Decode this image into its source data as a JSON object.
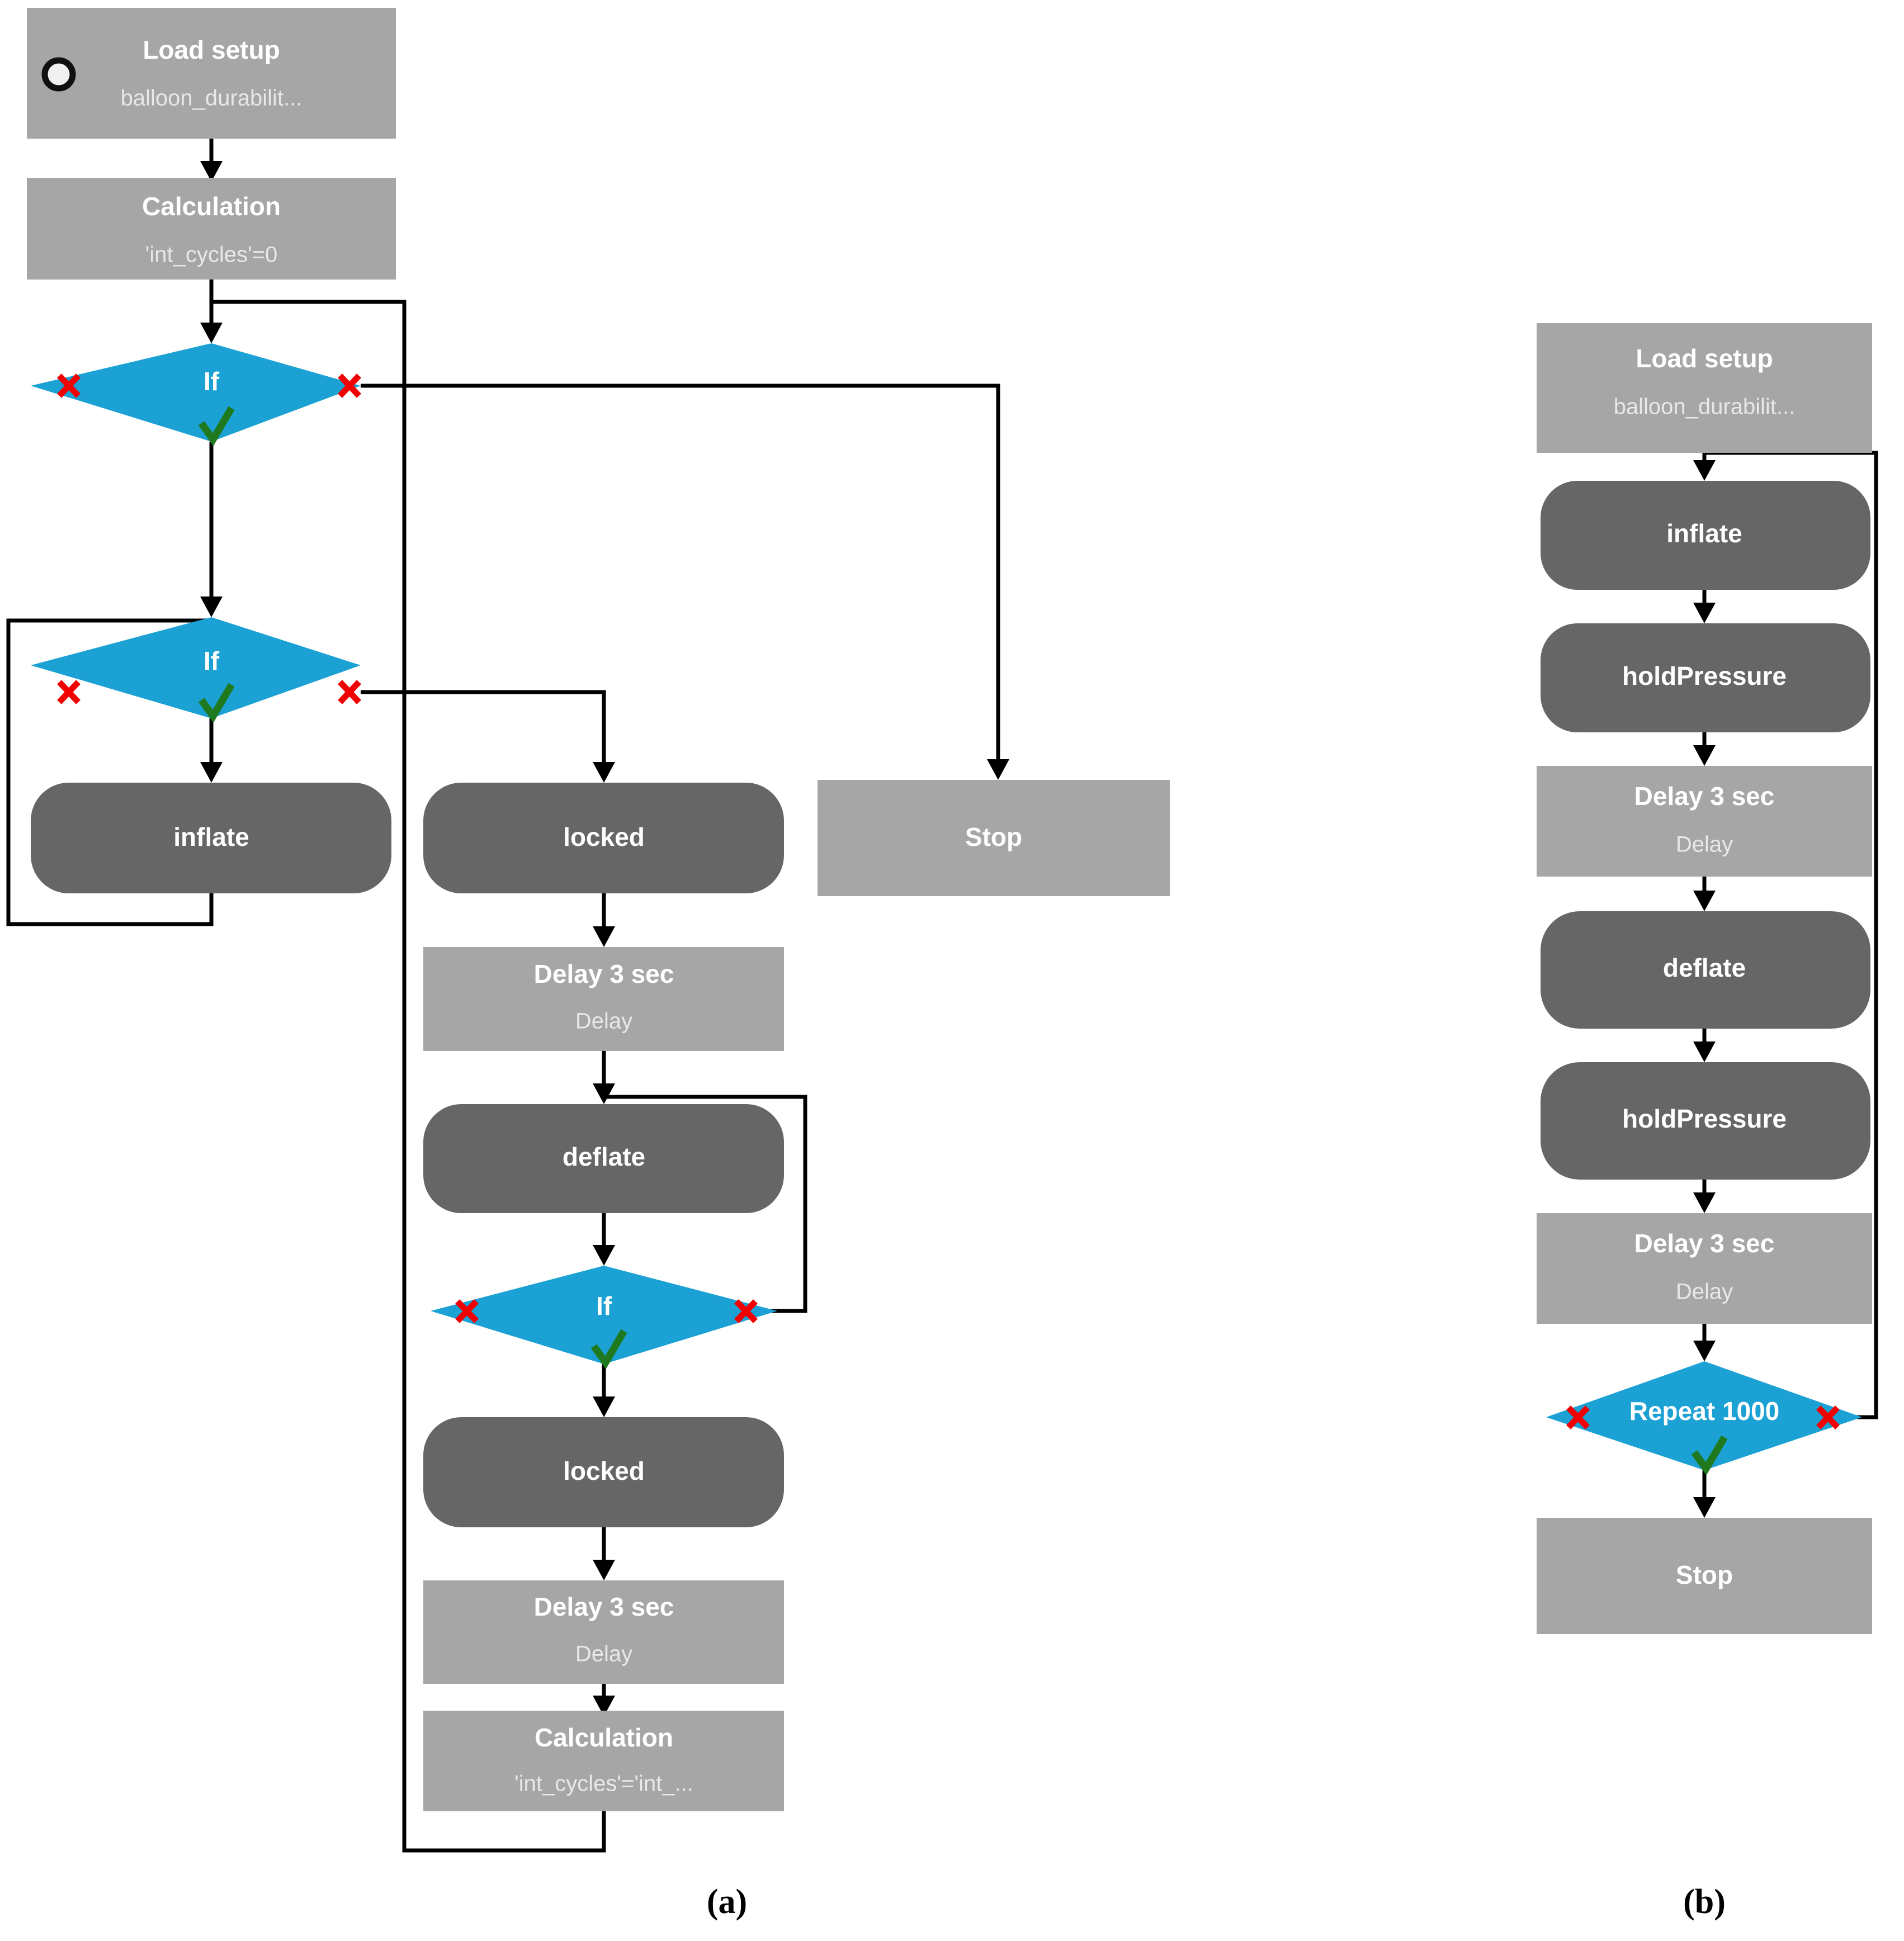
{
  "figure": {
    "panels": [
      {
        "id": "a",
        "caption": "(a)"
      },
      {
        "id": "b",
        "caption": "(b)"
      }
    ]
  },
  "colors": {
    "light_gray_node": "#a6a6a6",
    "dark_gray_node": "#666666",
    "decision_blue": "#1ba1d4",
    "false_marker_red": "#f00000",
    "true_marker_green": "#1f7a1f",
    "connector_black": "#000000",
    "node_text_white": "#ffffff",
    "background_white": "#ffffff"
  },
  "panel_a": {
    "caption": "(a)",
    "nodes": {
      "load_setup": {
        "title": "Load setup",
        "subtitle": "balloon_durabilit...",
        "shape": "rect",
        "fill": "light-gray",
        "has_start_marker": true
      },
      "calculation_init": {
        "title": "Calculation",
        "subtitle": "'int_cycles'=0",
        "shape": "rect",
        "fill": "light-gray"
      },
      "if_1": {
        "title": "If",
        "shape": "diamond",
        "fill": "blue",
        "false_marker": "x",
        "true_marker": "check"
      },
      "if_2": {
        "title": "If",
        "shape": "diamond",
        "fill": "blue",
        "false_marker": "x",
        "true_marker": "check"
      },
      "inflate": {
        "title": "inflate",
        "shape": "rounded",
        "fill": "dark-gray"
      },
      "locked_1": {
        "title": "locked",
        "shape": "rounded",
        "fill": "dark-gray"
      },
      "stop": {
        "title": "Stop",
        "shape": "rect",
        "fill": "light-gray"
      },
      "delay_1": {
        "title": "Delay 3 sec",
        "subtitle": "Delay",
        "shape": "rect",
        "fill": "light-gray"
      },
      "deflate": {
        "title": "deflate",
        "shape": "rounded",
        "fill": "dark-gray"
      },
      "if_3": {
        "title": "If",
        "shape": "diamond",
        "fill": "blue",
        "false_marker": "x",
        "true_marker": "check"
      },
      "locked_2": {
        "title": "locked",
        "shape": "rounded",
        "fill": "dark-gray"
      },
      "delay_2": {
        "title": "Delay 3 sec",
        "subtitle": "Delay",
        "shape": "rect",
        "fill": "light-gray"
      },
      "calculation_incr": {
        "title": "Calculation",
        "subtitle": "'int_cycles'='int_...",
        "shape": "rect",
        "fill": "light-gray"
      }
    }
  },
  "panel_b": {
    "caption": "(b)",
    "nodes": {
      "load_setup": {
        "title": "Load setup",
        "subtitle": "balloon_durabilit...",
        "shape": "rect",
        "fill": "light-gray"
      },
      "inflate": {
        "title": "inflate",
        "shape": "rounded",
        "fill": "dark-gray"
      },
      "hold_pressure_1": {
        "title": "holdPressure",
        "shape": "rounded",
        "fill": "dark-gray"
      },
      "delay_1": {
        "title": "Delay 3 sec",
        "subtitle": "Delay",
        "shape": "rect",
        "fill": "light-gray"
      },
      "deflate": {
        "title": "deflate",
        "shape": "rounded",
        "fill": "dark-gray"
      },
      "hold_pressure_2": {
        "title": "holdPressure",
        "shape": "rounded",
        "fill": "dark-gray"
      },
      "delay_2": {
        "title": "Delay 3 sec",
        "subtitle": "Delay",
        "shape": "rect",
        "fill": "light-gray"
      },
      "repeat": {
        "title": "Repeat 1000",
        "shape": "diamond",
        "fill": "blue",
        "false_marker": "x",
        "true_marker": "check"
      },
      "stop": {
        "title": "Stop",
        "shape": "rect",
        "fill": "light-gray"
      }
    }
  }
}
